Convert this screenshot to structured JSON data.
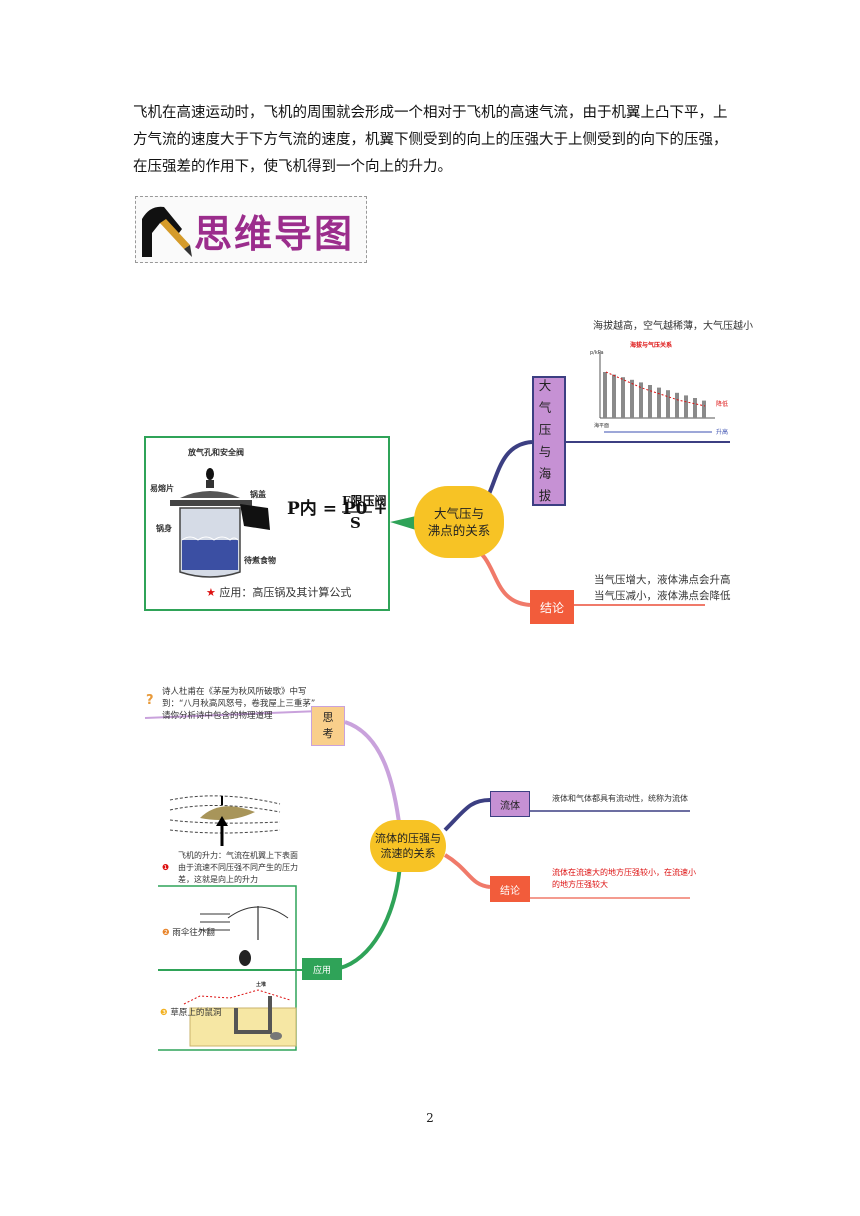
{
  "paragraph": "飞机在高速运动时，飞机的周围就会形成一个相对于飞机的高速气流，由于机翼上凸下平，上方气流的速度大于下方气流的速度，机翼下侧受到的向上的压强大于上侧受到的向下的压强，在压强差的作用下，使飞机得到一个向上的升力。",
  "banner_title": "思维导图",
  "map1": {
    "center": "大气压与\n沸点的关系",
    "branch_altitude": "大\n气\n压\n与\n海\n拔",
    "altitude_note": "海拔越高，空气越稀薄，大气压越小",
    "chart_title": "海拔与气压关系",
    "chart_unit": "p/kPa",
    "chart_legend_red": "降低",
    "chart_legend_blue": "升高",
    "chart_xlabel": "海平面",
    "branch_conclusion": "结论",
    "conclusion_lines": [
      "当气压增大，液体沸点会升高",
      "当气压减小，液体沸点会降低"
    ],
    "cooker_labels": {
      "valve": "放气孔和安全阀",
      "fuse": "易熔片",
      "lid": "锅盖",
      "body": "锅身",
      "food": "待煮食物"
    },
    "formula_lhs": "P内 = P0 +",
    "formula_num": "F限压阀",
    "formula_den": "S",
    "application": "应用：高压锅及其计算公式"
  },
  "map2": {
    "center": "流体的压强与\n流速的关系",
    "think_label": "思\n考",
    "think_text": [
      "诗人杜甫在《茅屋为秋风所破歌》中写",
      "到：“八月秋高风怒号，卷我屋上三重茅”",
      "请你分析诗中包含的物理道理"
    ],
    "fluid_label": "流体",
    "fluid_text": "液体和气体都具有流动性，统称为流体",
    "conclusion_label": "结论",
    "conclusion_text": [
      "流体在流速大的地方压强较小，在流速小",
      "的地方压强较大"
    ],
    "apply_label": "应用",
    "app1_text": [
      "飞机的升力：气流在机翼上下表面",
      "由于流速不同压强不同产生的压力",
      "差，这就是向上的升力"
    ],
    "app2_text": "雨伞往外翻",
    "app3_text": "草原上的鼠洞",
    "burrow_label": "土堆"
  },
  "page_number": "2",
  "colors": {
    "purple": "#9b2d8c",
    "orange_center": "#f7c325",
    "green_border": "#2fa358",
    "navy_branch": "#3c3f82",
    "salmon_branch": "#f07a6a",
    "red_box": "#f25c3b"
  }
}
